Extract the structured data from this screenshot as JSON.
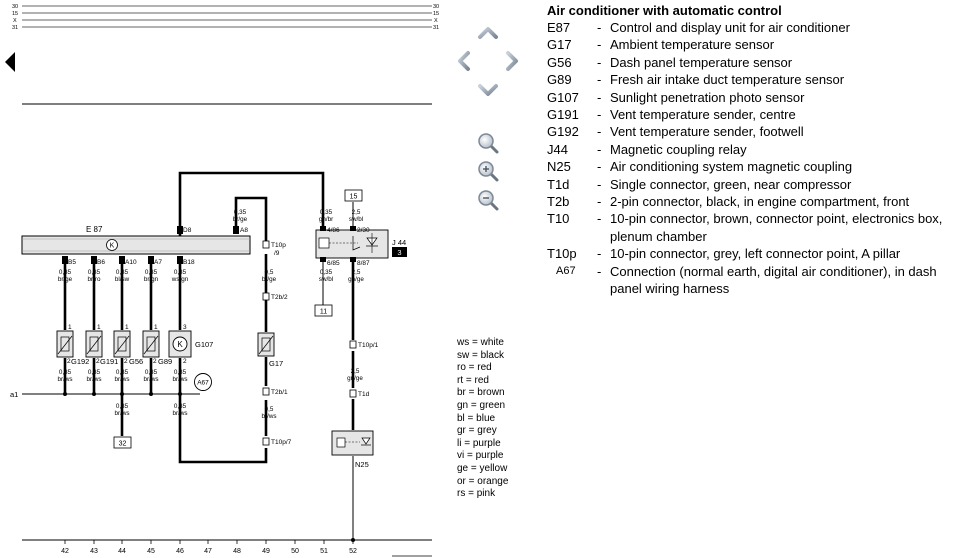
{
  "legend": {
    "title": "Air conditioner with automatic control",
    "items": [
      {
        "code": "E87",
        "desc": "Control and display unit for air conditioner"
      },
      {
        "code": "G17",
        "desc": "Ambient temperature sensor"
      },
      {
        "code": "G56",
        "desc": "Dash panel temperature sensor"
      },
      {
        "code": "G89",
        "desc": "Fresh air intake duct temperature sensor"
      },
      {
        "code": "G107",
        "desc": "Sunlight penetration photo sensor"
      },
      {
        "code": "G191",
        "desc": "Vent temperature sender, centre"
      },
      {
        "code": "G192",
        "desc": "Vent temperature sender, footwell"
      },
      {
        "code": "J44",
        "desc": "Magnetic coupling relay"
      },
      {
        "code": "N25",
        "desc": "Air conditioning system magnetic coupling"
      },
      {
        "code": "T1d",
        "desc": "Single connector, green, near compressor"
      },
      {
        "code": "T2b",
        "desc": "2-pin connector, black, in engine compartment, front"
      },
      {
        "code": "T10",
        "desc": "10-pin connector, brown, connector point, electronics box, plenum chamber"
      },
      {
        "code": "T10p",
        "desc": "10-pin connector, grey, left connector point, A pillar"
      },
      {
        "code": "A67",
        "desc": "Connection (normal earth, digital air conditioner), in dash panel wiring harness"
      }
    ]
  },
  "colors": [
    "ws = white",
    "sw = black",
    "ro = red",
    "rt = red",
    "br = brown",
    "gn = green",
    "bl = blue",
    "gr = grey",
    "li = purple",
    "vi = purple",
    "ge = yellow",
    "or = orange",
    "rs = pink"
  ],
  "rails": [
    "30",
    "15",
    "X",
    "31"
  ],
  "columns": [
    "42",
    "43",
    "44",
    "45",
    "46",
    "47",
    "48",
    "49",
    "50",
    "51",
    "52"
  ],
  "components": {
    "e87": "E 87",
    "g107": "G107",
    "g17": "G17",
    "n25": "N25",
    "j44": "J 44",
    "j44_num": "3",
    "a67": "A67",
    "a1": "a1",
    "g192": "G192",
    "g191": "G191",
    "g56": "G56",
    "g89": "G89",
    "k_symbol": "K"
  },
  "pins": {
    "b5": "B5",
    "b6": "B6",
    "a10": "A10",
    "a7": "A7",
    "b18": "B18",
    "d8": "D8",
    "a8": "A8",
    "p1": "1",
    "p2": "2",
    "p3": "3",
    "j44_4_86": "4/86",
    "j44_2_30": "2/30",
    "j44_6_85": "6/85",
    "j44_8_87": "8/87"
  },
  "wires": {
    "w42a": [
      "0,35",
      "br/ge"
    ],
    "w43a": [
      "0,35",
      "br/ro"
    ],
    "w44a": [
      "0,35",
      "bl/sw"
    ],
    "w45a": [
      "0,35",
      "br/gn"
    ],
    "w46a": [
      "0,35",
      "ws/gn"
    ],
    "w42b": [
      "0,35",
      "br/ws"
    ],
    "w43b": [
      "0,35",
      "br/ws"
    ],
    "w44b": [
      "0,35",
      "br/ws"
    ],
    "w45b": [
      "0,35",
      "br/ws"
    ],
    "w46b": [
      "0,35",
      "br/ws"
    ],
    "w44c": [
      "0,35",
      "br/ws"
    ],
    "w46c": [
      "0,35",
      "br/ws"
    ],
    "w48": [
      "0,35",
      "br/ge"
    ],
    "w49a": [
      "0,5",
      "br/ge"
    ],
    "w49b": [
      "0,5",
      "br/ws"
    ],
    "w51a": [
      "0,35",
      "gn/br"
    ],
    "w52a": [
      "2,5",
      "sw/bl"
    ],
    "w51b": [
      "0,35",
      "sw/bl"
    ],
    "w52b": [
      "2,5",
      "gn/ge"
    ],
    "w52c": [
      "2,5",
      "gn/ge"
    ]
  },
  "connectors": {
    "t10p9a": "T10p",
    "t10p9b": "/9",
    "t2b2": "T2b/2",
    "t2b1": "T2b/1",
    "t10p7": "T10p/7",
    "t10p1": "T10p/1",
    "t1d": "T1d"
  },
  "refs": {
    "r15": "15",
    "r11": "11",
    "r32": "32"
  }
}
